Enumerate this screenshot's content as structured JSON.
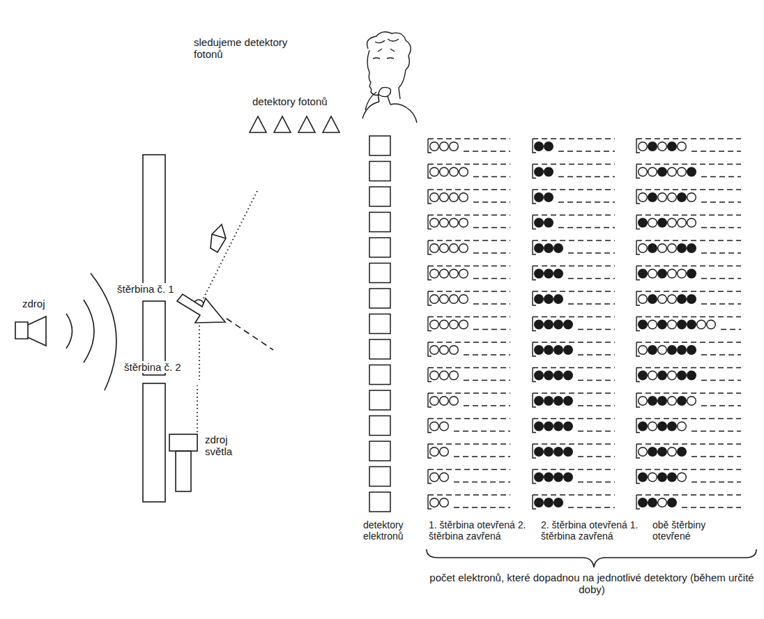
{
  "diagram": {
    "labels": [
      "sledujeme detektory fotonů",
      "detektory fotonů",
      "zdroj",
      "štěrbina č. 1",
      "štěrbina č. 2",
      "zdroj světla",
      "detektory elektronů",
      "1. štěrbina otevřená 2. štěrbina zavřená",
      "2. štěrbina otevřená 1. štěrbina zavřená",
      "obě štěrbiny otevřené",
      "počet elektronů, které dopadnou na jednotlivé detektory (během určité doby)"
    ]
  }
}
